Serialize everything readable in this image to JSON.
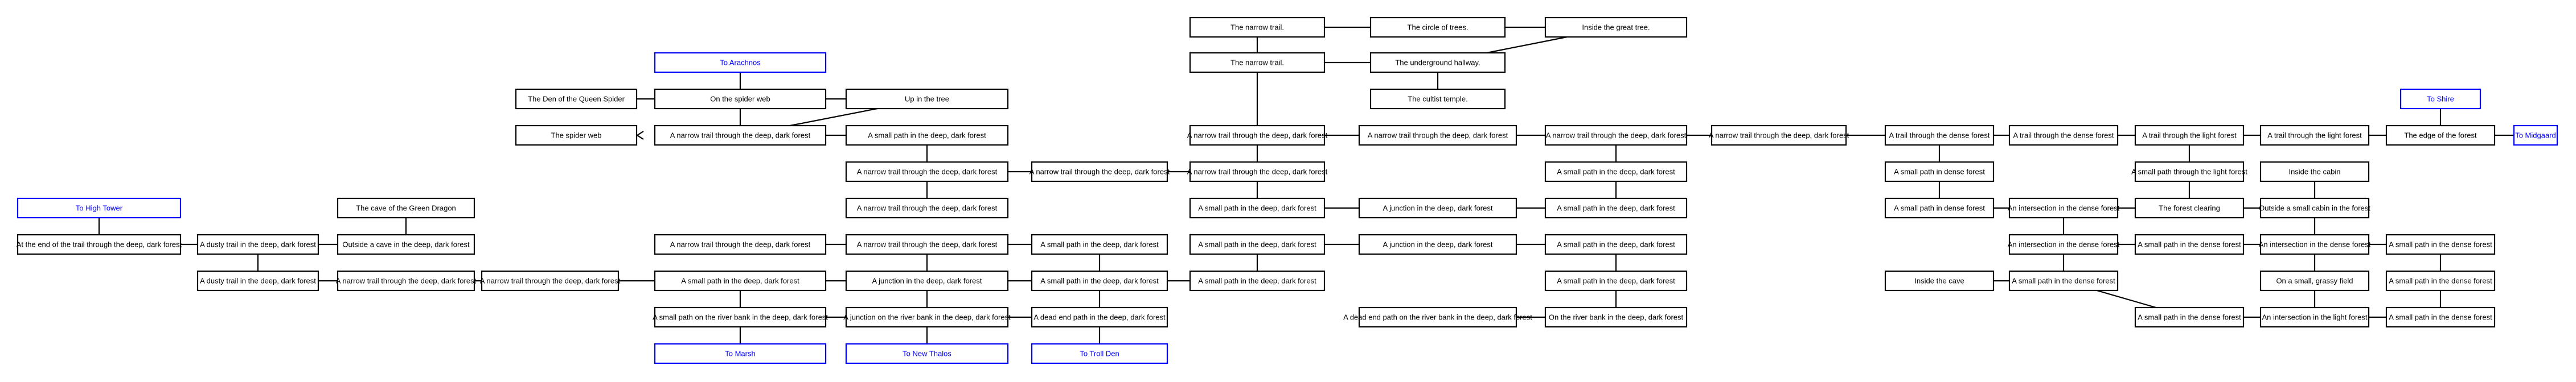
{
  "rooms": [
    {
      "id": "r0",
      "label": "The narrow trail."
    },
    {
      "id": "r1",
      "label": "The circle of trees."
    },
    {
      "id": "r2",
      "label": "Inside the great tree."
    },
    {
      "id": "r3",
      "label": "To Arachnos",
      "kind": "exit"
    },
    {
      "id": "r4",
      "label": "The narrow trail."
    },
    {
      "id": "r5",
      "label": "The underground hallway."
    },
    {
      "id": "r6",
      "label": "The Den of the Queen Spider"
    },
    {
      "id": "r7",
      "label": "On the spider web"
    },
    {
      "id": "r8",
      "label": "Up in the tree"
    },
    {
      "id": "r9",
      "label": "The cultist temple."
    },
    {
      "id": "r10",
      "label": "To Shire",
      "kind": "exit"
    },
    {
      "id": "r11",
      "label": "The spider web"
    },
    {
      "id": "r12",
      "label": "A narrow trail through the deep, dark forest"
    },
    {
      "id": "r13",
      "label": "A small path in the deep, dark forest"
    },
    {
      "id": "r14",
      "label": "A narrow trail through the deep, dark forest"
    },
    {
      "id": "r15",
      "label": "A narrow trail through the deep, dark forest"
    },
    {
      "id": "r16",
      "label": "A narrow trail through the deep, dark forest"
    },
    {
      "id": "r17",
      "label": "A narrow trail through the deep, dark forest"
    },
    {
      "id": "r18",
      "label": "A trail through the dense forest"
    },
    {
      "id": "r19",
      "label": "A trail through the dense forest"
    },
    {
      "id": "r20",
      "label": "A trail through the light forest"
    },
    {
      "id": "r21",
      "label": "A trail through the light forest"
    },
    {
      "id": "r22",
      "label": "The edge of the forest"
    },
    {
      "id": "r23",
      "label": "To Midgaard",
      "kind": "exit"
    },
    {
      "id": "r24",
      "label": "A narrow trail through the deep, dark forest"
    },
    {
      "id": "r25",
      "label": "A narrow trail through the deep, dark forest"
    },
    {
      "id": "r26",
      "label": "A narrow trail through the deep, dark forest"
    },
    {
      "id": "r27",
      "label": "A small path in the deep, dark forest"
    },
    {
      "id": "r28",
      "label": "A small path in dense forest"
    },
    {
      "id": "r29",
      "label": "A small path through the light forest"
    },
    {
      "id": "r30",
      "label": "Inside the cabin"
    },
    {
      "id": "r31",
      "label": "To High Tower",
      "kind": "exit"
    },
    {
      "id": "r32",
      "label": "The cave of the Green Dragon"
    },
    {
      "id": "r33",
      "label": "A narrow trail through the deep, dark forest"
    },
    {
      "id": "r34",
      "label": "A small path in the deep, dark forest"
    },
    {
      "id": "r35",
      "label": "A junction in the deep, dark forest"
    },
    {
      "id": "r36",
      "label": "A small path in the deep, dark forest"
    },
    {
      "id": "r37",
      "label": "A small path in dense forest"
    },
    {
      "id": "r38",
      "label": "An intersection in the dense forest"
    },
    {
      "id": "r39",
      "label": "The forest clearing"
    },
    {
      "id": "r40",
      "label": "Outside a small cabin in the forest"
    },
    {
      "id": "r41",
      "label": "At the end of the trail through the deep, dark forest"
    },
    {
      "id": "r42",
      "label": "A dusty trail in the deep, dark forest"
    },
    {
      "id": "r43",
      "label": "Outside a cave in the deep, dark forest"
    },
    {
      "id": "r44",
      "label": "A narrow trail through the deep, dark forest"
    },
    {
      "id": "r45",
      "label": "A narrow trail through the deep, dark forest"
    },
    {
      "id": "r46",
      "label": "A small path in the deep, dark forest"
    },
    {
      "id": "r47",
      "label": "A small path in the deep, dark forest"
    },
    {
      "id": "r48",
      "label": "A junction in the deep, dark forest"
    },
    {
      "id": "r49",
      "label": "A small path in the deep, dark forest"
    },
    {
      "id": "r50",
      "label": "An intersection in the dense forest"
    },
    {
      "id": "r51",
      "label": "A small path in the dense forest"
    },
    {
      "id": "r52",
      "label": "An intersection in the dense forest"
    },
    {
      "id": "r53",
      "label": "A small path in the dense forest"
    },
    {
      "id": "r54",
      "label": "A dusty trail in the deep, dark forest"
    },
    {
      "id": "r55",
      "label": "A narrow trail through the deep, dark forest"
    },
    {
      "id": "r56",
      "label": "A narrow trail through the deep, dark forest"
    },
    {
      "id": "r57",
      "label": "A small path in the deep, dark forest"
    },
    {
      "id": "r58",
      "label": "A junction in the deep, dark forest"
    },
    {
      "id": "r59",
      "label": "A small path in the deep, dark forest"
    },
    {
      "id": "r60",
      "label": "A small path in the deep, dark forest"
    },
    {
      "id": "r61",
      "label": "A small path in the deep, dark forest"
    },
    {
      "id": "r62",
      "label": "Inside the cave"
    },
    {
      "id": "r63",
      "label": "A small path in the dense forest"
    },
    {
      "id": "r64",
      "label": "On a small, grassy field"
    },
    {
      "id": "r65",
      "label": "A small path in the dense forest"
    },
    {
      "id": "r66",
      "label": "A small path on the river bank in the deep, dark forest"
    },
    {
      "id": "r67",
      "label": "A junction on the river bank in the deep, dark forest"
    },
    {
      "id": "r68",
      "label": "A dead end path in the deep, dark forest"
    },
    {
      "id": "r69",
      "label": "A dead end path on the river bank in the deep, dark forest"
    },
    {
      "id": "r70",
      "label": "On the river bank in the deep, dark forest"
    },
    {
      "id": "r71",
      "label": "A small path in the dense forest"
    },
    {
      "id": "r72",
      "label": "An intersection in the light forest"
    },
    {
      "id": "r73",
      "label": "A small path in the dense forest"
    },
    {
      "id": "r74",
      "label": "To Marsh",
      "kind": "exit"
    },
    {
      "id": "r75",
      "label": "To New Thalos",
      "kind": "exit"
    },
    {
      "id": "r76",
      "label": "To Troll Den",
      "kind": "exit"
    }
  ],
  "colors": {
    "room_border": "#000000",
    "exit_border": "#0000ff",
    "exit_text": "#0000ff"
  }
}
